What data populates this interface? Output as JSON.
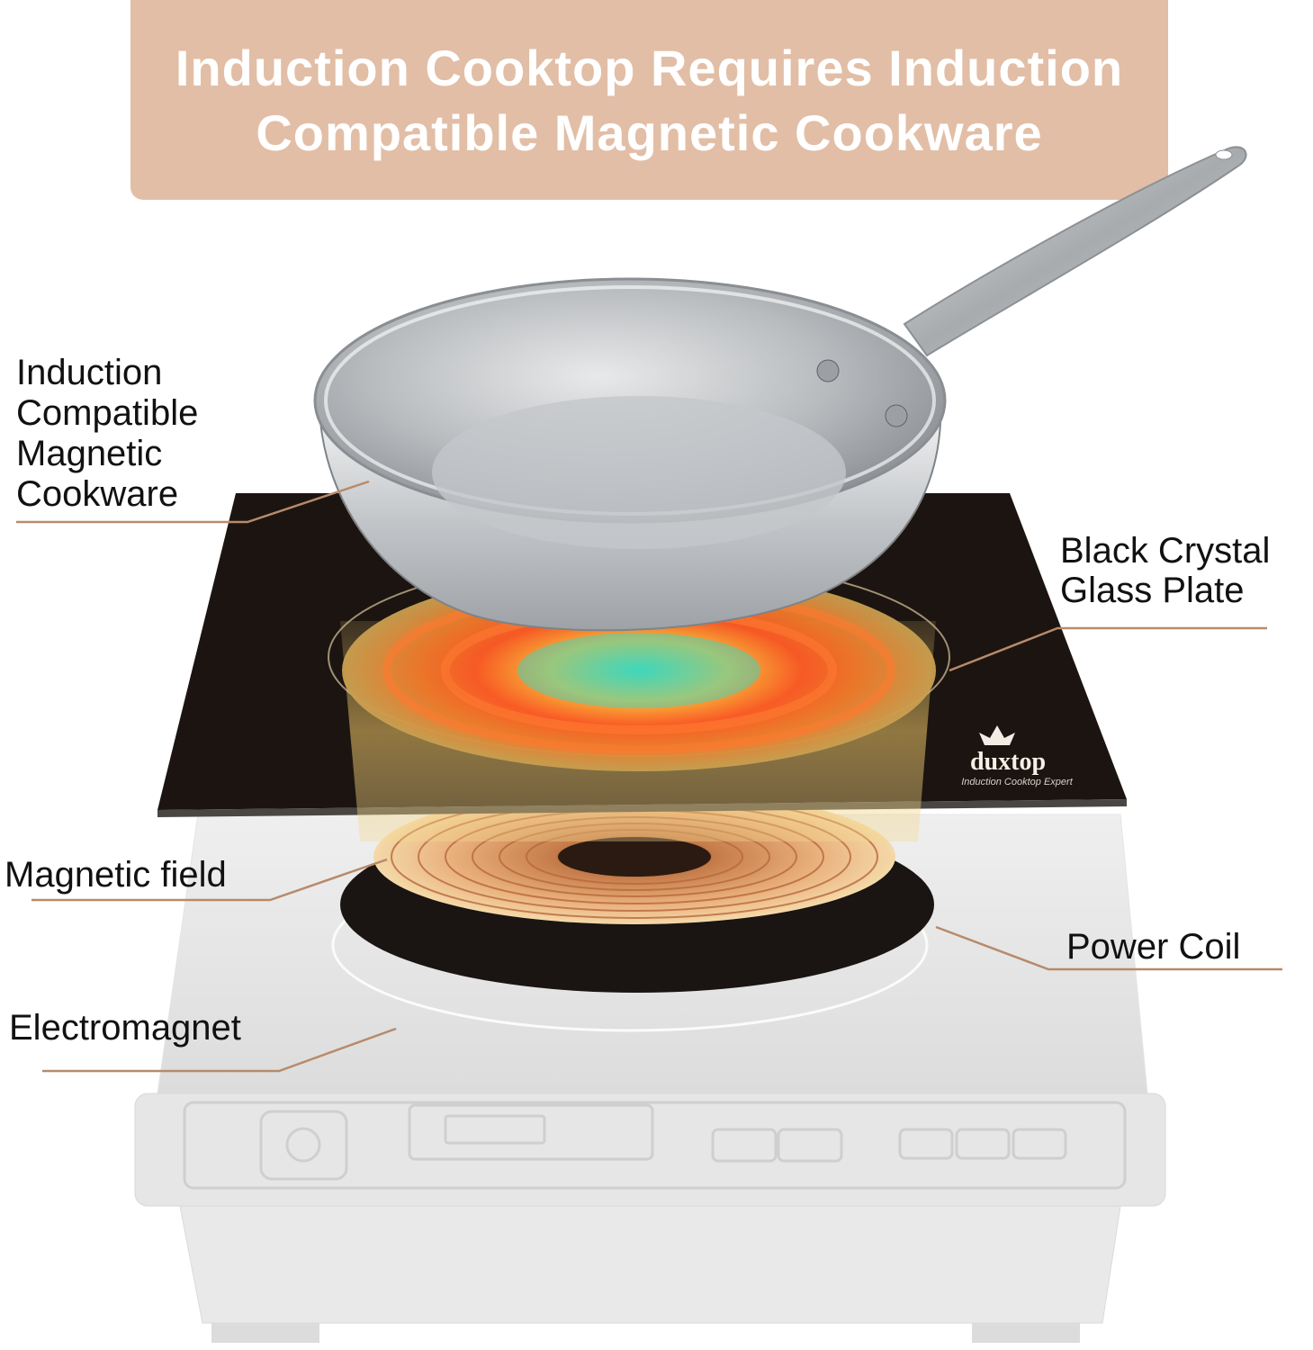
{
  "banner": {
    "line1": "Induction Cooktop Requires Induction",
    "line2": "Compatible Magnetic Cookware"
  },
  "labels": {
    "cookware": [
      "Induction",
      "Compatible",
      "Magnetic",
      "Cookware"
    ],
    "glass_plate": [
      "Black Crystal",
      "Glass Plate"
    ],
    "magnetic_field": "Magnetic field",
    "power_coil": "Power Coil",
    "electromagnet": "Electromagnet"
  },
  "brand": {
    "logo_text": "duxtop",
    "tagline": "Induction Cooktop Expert"
  },
  "colors": {
    "banner": "#e2bea6",
    "leader_line": "#b88a6a",
    "glass": "#1c1410",
    "coil": "#d98a4f",
    "pan": "#c9cbce"
  }
}
